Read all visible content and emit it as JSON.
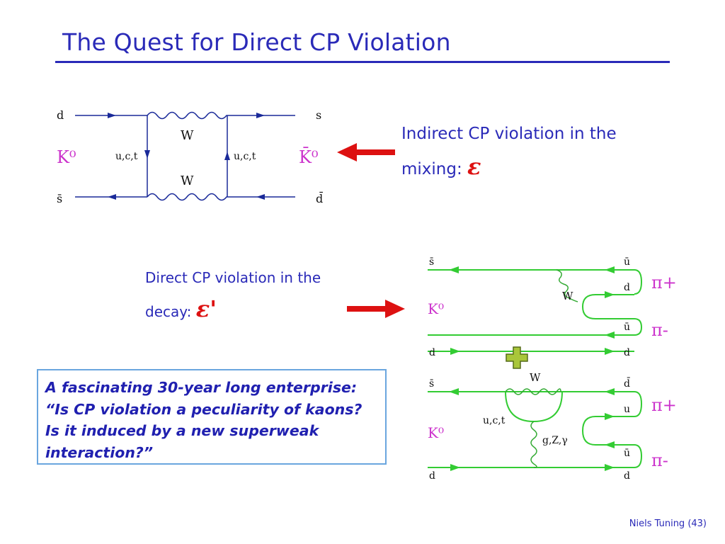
{
  "slide": {
    "title": "The Quest for Direct CP Violation",
    "footer": "Niels Tuning (43)"
  },
  "indirect": {
    "line1": "Indirect CP violation in the",
    "line2": "mixing:",
    "symbol": "ε"
  },
  "direct": {
    "line1": "Direct CP violation in the",
    "line2": "decay:",
    "symbol": "ε'"
  },
  "note": {
    "text": "A fascinating 30-year long enterprise: “Is CP violation a peculiarity of kaons? Is it induced by a new superweak interaction?”"
  },
  "box_diagram": {
    "top_left": "d",
    "top_right": "s",
    "bottom_left": "s̄",
    "bottom_right": "d̄",
    "left_meson": "K⁰",
    "right_meson": "K̄⁰",
    "left_quarks": "u,c,t",
    "right_quarks": "u,c,t",
    "w_top": "W",
    "w_bottom": "W"
  },
  "tree_diagram": {
    "top_left": "s̄",
    "top_right_1": "ū",
    "top_right_2": "d",
    "top_right_3": "ū",
    "bottom_left": "d",
    "bottom_right": "d",
    "meson": "K⁰",
    "boson": "W",
    "pion_plus": "π+",
    "pion_minus": "π-"
  },
  "penguin_diagram": {
    "top_left": "s̄",
    "top_right_1": "d̄",
    "top_right_2": "u",
    "top_right_3": "ū",
    "bottom_left": "d",
    "bottom_right": "d",
    "meson": "K⁰",
    "boson": "W",
    "loop_quarks": "u,c,t",
    "gluon": "g,Z,γ",
    "pion_plus": "π+",
    "pion_minus": "π-"
  },
  "colors": {
    "title": "#2a2ab8",
    "accent_red": "#dd1111",
    "meson_magenta": "#cc33cc",
    "line_green": "#33cc33",
    "line_navy": "#1a2a99",
    "plus_fill": "#a9c63a",
    "box_border": "#6aa6df"
  }
}
